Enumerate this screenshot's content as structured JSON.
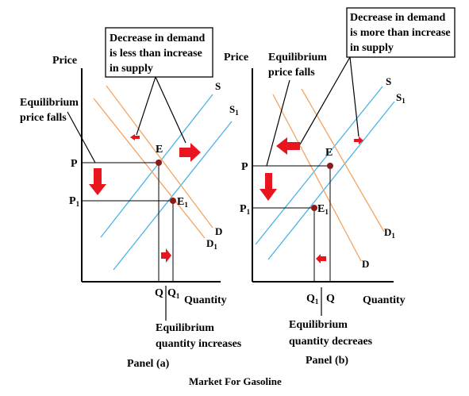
{
  "figure": {
    "caption": "Market For Gasoline",
    "colors": {
      "demand": "#f4a460",
      "supply": "#4ab3e6",
      "arrow": "#e8141e",
      "point": "#8b1a1a",
      "text": "#000000"
    }
  },
  "panel_a": {
    "label": "Panel (a)",
    "y_axis_label": "Price",
    "x_axis_label": "Quantity",
    "callout": [
      "Decrease in demand",
      "is less than increase",
      "in supply"
    ],
    "price_note": [
      "Equilibrium",
      "price falls"
    ],
    "quantity_note": [
      "Equilibrium",
      "quantity increases"
    ],
    "price_ticks": {
      "p": "P",
      "p1_base": "P",
      "p1_sub": "1"
    },
    "quantity_ticks": {
      "q": "Q",
      "q1_base": "Q",
      "q1_sub": "1"
    },
    "curves": {
      "s": "S",
      "s1_base": "S",
      "s1_sub": "1",
      "d": "D",
      "d1_base": "D",
      "d1_sub": "1"
    },
    "points": {
      "e": "E",
      "e1_base": "E",
      "e1_sub": "1"
    }
  },
  "panel_b": {
    "label": "Panel (b)",
    "y_axis_label": "Price",
    "x_axis_label": "Quantity",
    "callout": [
      "Decrease in demand",
      "is more than increase",
      "in supply"
    ],
    "price_note": [
      "Equilibrium",
      "price falls"
    ],
    "quantity_note": [
      "Equilibrium",
      "quantity decreaes"
    ],
    "price_ticks": {
      "p": "P",
      "p1_base": "P",
      "p1_sub": "1"
    },
    "quantity_ticks": {
      "q": "Q",
      "q1_base": "Q",
      "q1_sub": "1"
    },
    "curves": {
      "s": "S",
      "s1_base": "S",
      "s1_sub": "1",
      "d": "D",
      "d1_base": "D",
      "d1_sub": "1"
    },
    "points": {
      "e": "E",
      "e1_base": "E",
      "e1_sub": "1"
    }
  }
}
